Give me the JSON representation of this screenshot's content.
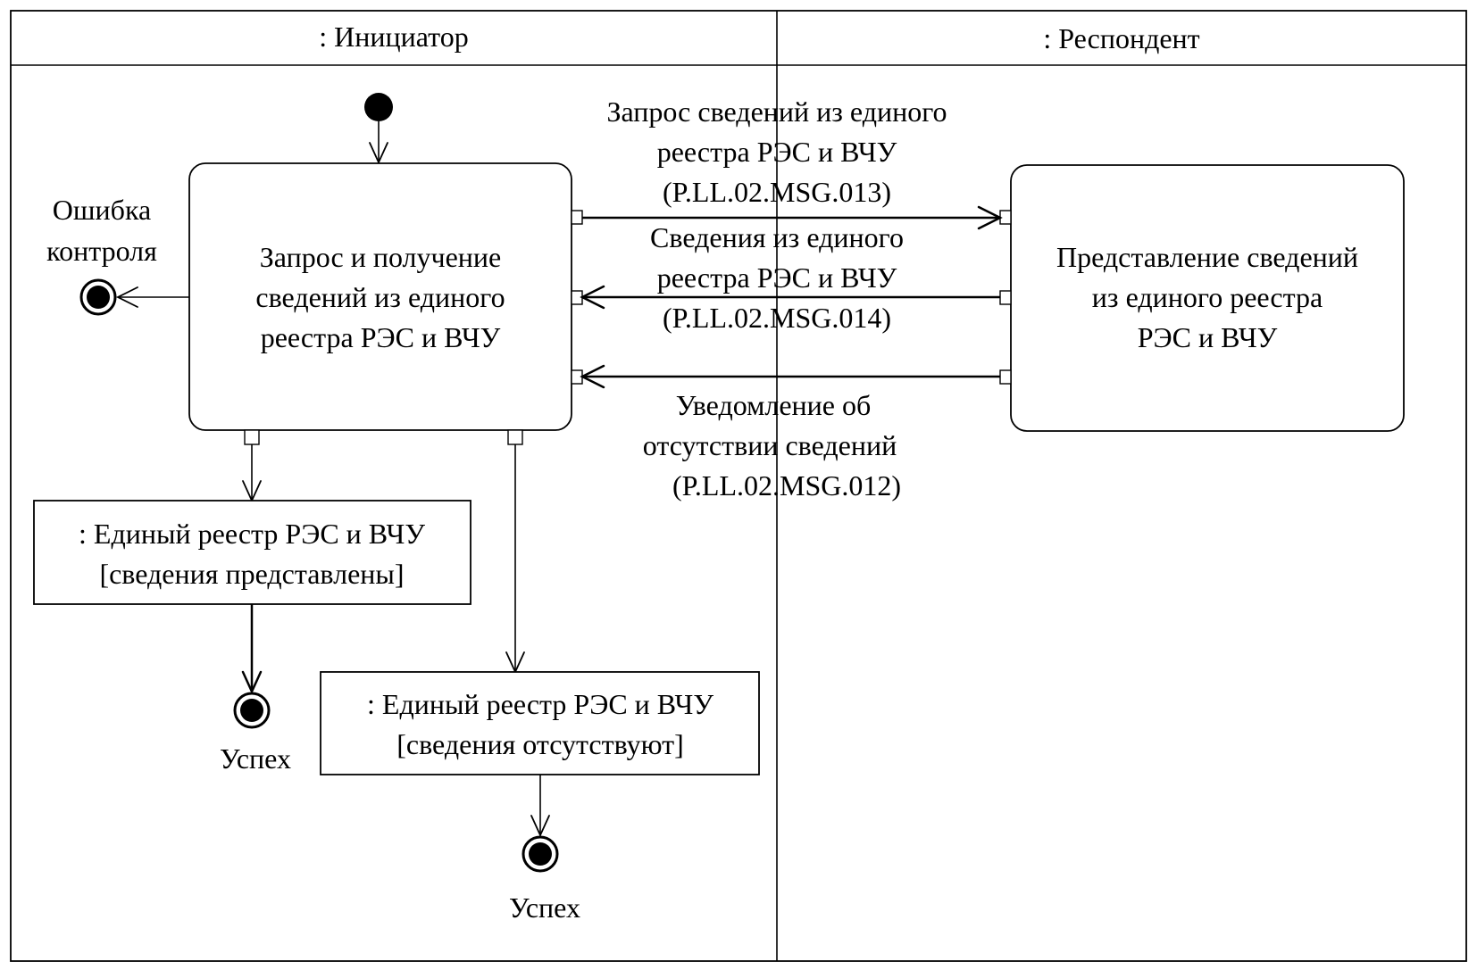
{
  "swimlanes": [
    {
      "title": ": Инициатор"
    },
    {
      "title": ": Респондент"
    }
  ],
  "nodes": {
    "initial": {
      "type": "initial-node"
    },
    "request_action": {
      "type": "action",
      "lines": [
        "Запрос и получение",
        "сведений из единого",
        "реестра РЭС и ВЧУ"
      ]
    },
    "provide_action": {
      "type": "action",
      "lines": [
        "Представление сведений",
        "из единого реестра",
        "РЭС и ВЧУ"
      ]
    },
    "object_provided": {
      "type": "object",
      "lines": [
        ": Единый реестр РЭС и ВЧУ",
        "[сведения представлены]"
      ]
    },
    "object_absent": {
      "type": "object",
      "lines": [
        ": Единый реестр РЭС и ВЧУ",
        "[сведения отсутствуют]"
      ]
    },
    "final_error": {
      "type": "final-node",
      "label_lines": [
        "Ошибка",
        "контроля"
      ]
    },
    "final_success_1": {
      "type": "final-node",
      "label_lines": [
        "Успех"
      ]
    },
    "final_success_2": {
      "type": "final-node",
      "label_lines": [
        "Успех"
      ]
    }
  },
  "messages": [
    {
      "direction": "initiator-to-respondent",
      "lines": [
        "Запрос сведений из единого",
        "реестра РЭС и ВЧУ",
        "(P.LL.02.MSG.013)"
      ]
    },
    {
      "direction": "respondent-to-initiator",
      "lines": [
        "Сведения из единого",
        "реестра РЭС и ВЧУ",
        "(P.LL.02.MSG.014)"
      ]
    },
    {
      "direction": "respondent-to-initiator",
      "lines": [
        "Уведомление об",
        "отсутствии сведений",
        "(P.LL.02.MSG.012)"
      ]
    }
  ]
}
